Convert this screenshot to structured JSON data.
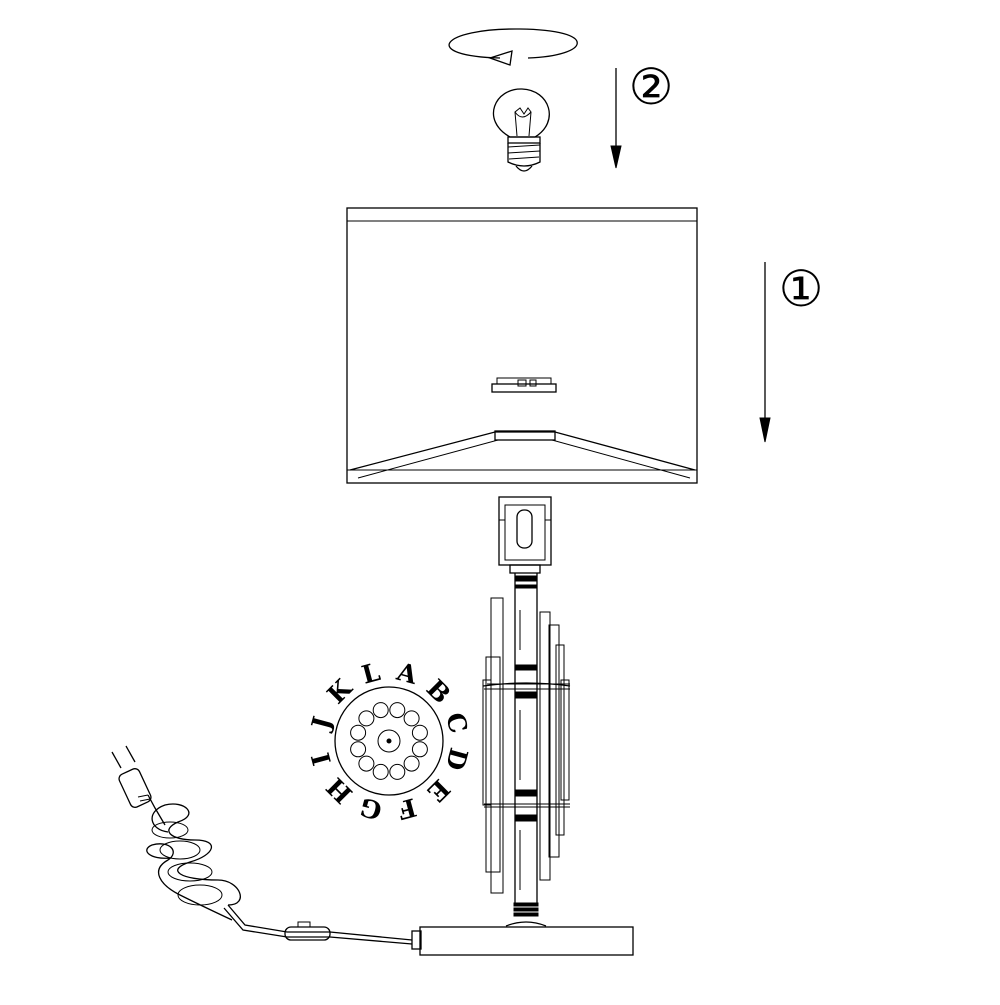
{
  "steps": [
    {
      "label": "①"
    },
    {
      "label": "②"
    }
  ],
  "color_ring": {
    "letters": [
      "A",
      "B",
      "C",
      "D",
      "E",
      "F",
      "G",
      "H",
      "I",
      "J",
      "K",
      "L"
    ]
  },
  "colors": {
    "ink": "#000000",
    "paper": "#ffffff"
  }
}
